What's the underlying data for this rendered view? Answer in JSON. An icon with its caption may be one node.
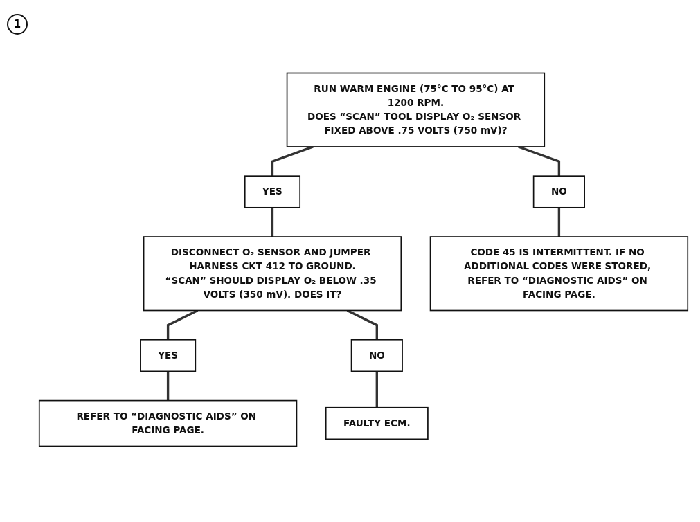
{
  "diagram": {
    "nodes": [
      {
        "text": [
          "RUN WARM ENGINE (75°C TO 95°C) AT 1200 RPM.",
          "DOES “SCAN” TOOL DISPLAY O₂ SENSOR FIXED ABOVE .75 VOLTS (750 mV)?"
        ]
      },
      {
        "text": [
          "YES"
        ]
      },
      {
        "text": [
          "NO"
        ]
      },
      {
        "text": [
          "DISCONNECT O₂ SENSOR AND JUMPER HARNESS CKT 412 TO GROUND.",
          "“SCAN” SHOULD DISPLAY O₂ BELOW .35 VOLTS (350 mV). DOES IT?"
        ]
      },
      {
        "text": [
          "CODE 45 IS INTERMITTENT. IF NO ADDITIONAL CODES WERE STORED, REFER TO “DIAGNOSTIC AIDS” ON FACING PAGE."
        ]
      },
      {
        "text": [
          "YES"
        ]
      },
      {
        "text": [
          "NO"
        ]
      },
      {
        "text": [
          "REFER TO “DIAGNOSTIC AIDS” ON FACING PAGE."
        ]
      },
      {
        "text": [
          "FAULTY ECM."
        ]
      }
    ],
    "edges": [
      {
        "from": 0,
        "to": 1,
        "arrow": "none"
      },
      {
        "from": 0,
        "to": 2,
        "arrow": "none"
      },
      {
        "from": 1,
        "to": 3,
        "arrow": "none"
      },
      {
        "from": 2,
        "to": 4,
        "arrow": "none"
      },
      {
        "from": 3,
        "to": 5,
        "arrow": "none"
      },
      {
        "from": 3,
        "to": 6,
        "arrow": "none"
      },
      {
        "from": 5,
        "to": 7,
        "arrow": "none"
      },
      {
        "from": 6,
        "to": 8,
        "arrow": "none"
      }
    ],
    "labels": [
      "1"
    ]
  }
}
